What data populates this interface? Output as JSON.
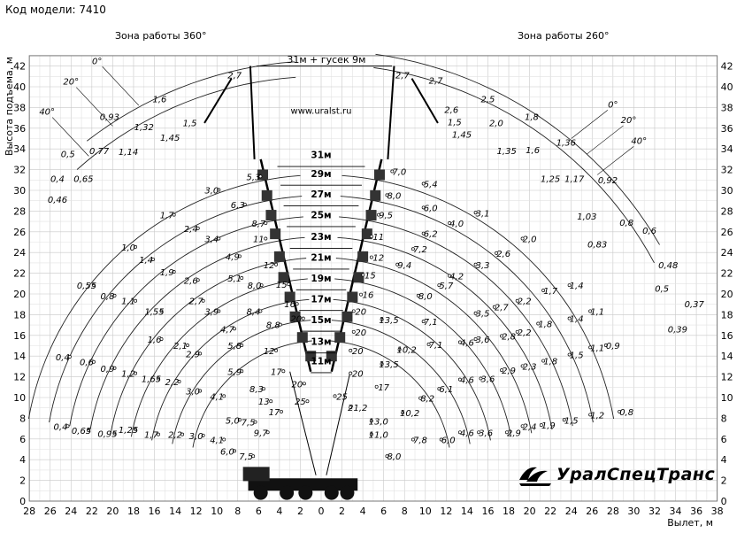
{
  "header": {
    "model_label": "Код модели: 7410"
  },
  "zones": {
    "left": "Зона работы 360°",
    "right": "Зона работы 260°"
  },
  "axes": {
    "x_label": "Вылет, м",
    "y_label": "Высота подъема, м",
    "x_ticks_left": [
      28,
      26,
      24,
      22,
      20,
      18,
      16,
      14,
      12,
      10,
      8,
      6,
      4,
      2,
      0
    ],
    "x_ticks_right": [
      2,
      4,
      6,
      8,
      10,
      12,
      14,
      16,
      18,
      20,
      22,
      24,
      26,
      28,
      30,
      32,
      34,
      36,
      38
    ],
    "y_ticks": [
      0,
      2,
      4,
      6,
      8,
      10,
      12,
      14,
      16,
      18,
      20,
      22,
      24,
      26,
      28,
      30,
      32,
      34,
      36,
      38,
      40,
      42
    ],
    "x_range": [
      -28,
      38
    ],
    "y_range": [
      0,
      43
    ]
  },
  "website": "www.uralst.ru",
  "brand": "УралСпецТранс",
  "boom_lengths": [
    "31м + гусек 9м",
    "31м",
    "29м",
    "27м",
    "25м",
    "23м",
    "21м",
    "19м",
    "17м",
    "15м",
    "13м",
    "11м"
  ],
  "jib_angles_left": [
    "0°",
    "20°",
    "40°"
  ],
  "jib_angles_right": [
    "0°",
    "20°",
    "40°"
  ],
  "chart_data": {
    "type": "load_chart",
    "title": "",
    "xlabel": "Вылет, м",
    "ylabel": "Высота подъема, м",
    "xlim": [
      -28,
      38
    ],
    "ylim": [
      0,
      43
    ],
    "grid": true,
    "left_labels": [
      {
        "t": "5,3",
        "x": -6.5,
        "y": 31
      },
      {
        "t": "3,0",
        "x": -10.5,
        "y": 29.7
      },
      {
        "t": "1,7",
        "x": -14.8,
        "y": 27.3
      },
      {
        "t": "6,3",
        "x": -8,
        "y": 28.3
      },
      {
        "t": "2,4",
        "x": -12.5,
        "y": 26
      },
      {
        "t": "1,0",
        "x": -18.5,
        "y": 24.2
      },
      {
        "t": "8,7",
        "x": -6,
        "y": 26.5
      },
      {
        "t": "3,4",
        "x": -10.5,
        "y": 25
      },
      {
        "t": "1,4",
        "x": -16.8,
        "y": 23
      },
      {
        "t": "11",
        "x": -6,
        "y": 25
      },
      {
        "t": "4,9",
        "x": -8.5,
        "y": 23.3
      },
      {
        "t": "1,9",
        "x": -14.8,
        "y": 21.8
      },
      {
        "t": "0,55",
        "x": -22.5,
        "y": 20.5
      },
      {
        "t": "12",
        "x": -5,
        "y": 22.5
      },
      {
        "t": "5,1",
        "x": -8.3,
        "y": 21.2
      },
      {
        "t": "2,6",
        "x": -12.5,
        "y": 21
      },
      {
        "t": "0,8",
        "x": -20.5,
        "y": 19.5
      },
      {
        "t": "15",
        "x": -3.8,
        "y": 20.6
      },
      {
        "t": "8,0",
        "x": -6.4,
        "y": 20.5
      },
      {
        "t": "2,7",
        "x": -12,
        "y": 19
      },
      {
        "t": "1,1",
        "x": -18.5,
        "y": 19
      },
      {
        "t": "16",
        "x": -3,
        "y": 18.7
      },
      {
        "t": "8,4",
        "x": -6.5,
        "y": 18
      },
      {
        "t": "3,9",
        "x": -10.5,
        "y": 18
      },
      {
        "t": "1,55",
        "x": -16,
        "y": 18
      },
      {
        "t": "20",
        "x": -2.4,
        "y": 17.3
      },
      {
        "t": "8,8",
        "x": -4.6,
        "y": 16.7
      },
      {
        "t": "4,7",
        "x": -9,
        "y": 16.3
      },
      {
        "t": "1,6",
        "x": -16,
        "y": 15.3
      },
      {
        "t": "5,8",
        "x": -8.3,
        "y": 14.7
      },
      {
        "t": "2,1",
        "x": -13.5,
        "y": 14.7
      },
      {
        "t": "0,4",
        "x": -24.8,
        "y": 13.6
      },
      {
        "t": "12",
        "x": -5,
        "y": 14.2
      },
      {
        "t": "2,9",
        "x": -12.3,
        "y": 13.9
      },
      {
        "t": "0,6",
        "x": -22.5,
        "y": 13.1
      },
      {
        "t": "17",
        "x": -4.3,
        "y": 12.2
      },
      {
        "t": "5,9",
        "x": -8.3,
        "y": 12.2
      },
      {
        "t": "0,9",
        "x": -20.5,
        "y": 12.5
      },
      {
        "t": "1,2",
        "x": -18.5,
        "y": 12
      },
      {
        "t": "1,65",
        "x": -16.3,
        "y": 11.5
      },
      {
        "t": "2,2",
        "x": -14.3,
        "y": 11.2
      },
      {
        "t": "20",
        "x": -2.3,
        "y": 11
      },
      {
        "t": "8,3",
        "x": -6.2,
        "y": 10.5
      },
      {
        "t": "3,0",
        "x": -12.3,
        "y": 10.3
      },
      {
        "t": "4,1",
        "x": -10,
        "y": 9.8
      },
      {
        "t": "13",
        "x": -5.5,
        "y": 9.3
      },
      {
        "t": "25",
        "x": -2,
        "y": 9.3
      },
      {
        "t": "17",
        "x": -4.5,
        "y": 8.3
      },
      {
        "t": "5,0",
        "x": -8.5,
        "y": 7.5
      },
      {
        "t": "7,5",
        "x": -7,
        "y": 7.3
      },
      {
        "t": "0,4",
        "x": -25,
        "y": 6.9
      },
      {
        "t": "0,65",
        "x": -23,
        "y": 6.5
      },
      {
        "t": "0,95",
        "x": -20.5,
        "y": 6.2
      },
      {
        "t": "1,25",
        "x": -18.5,
        "y": 6.6
      },
      {
        "t": "1,7",
        "x": -16.3,
        "y": 6.1
      },
      {
        "t": "2,2",
        "x": -14,
        "y": 6.1
      },
      {
        "t": "3,0",
        "x": -12,
        "y": 6.0
      },
      {
        "t": "9,7",
        "x": -5.8,
        "y": 6.3
      },
      {
        "t": "4,1",
        "x": -10,
        "y": 5.6
      },
      {
        "t": "6,0",
        "x": -9,
        "y": 4.5
      },
      {
        "t": "7,5",
        "x": -7.2,
        "y": 4.0
      }
    ],
    "right_labels": [
      {
        "t": "7,0",
        "x": 7.5,
        "y": 31.5
      },
      {
        "t": "5,4",
        "x": 10.5,
        "y": 30.3
      },
      {
        "t": "8,0",
        "x": 7,
        "y": 29.2
      },
      {
        "t": "6,0",
        "x": 10.5,
        "y": 28
      },
      {
        "t": "3,1",
        "x": 15.5,
        "y": 27.5
      },
      {
        "t": "9,5",
        "x": 6.2,
        "y": 27.3
      },
      {
        "t": "4,0",
        "x": 13,
        "y": 26.5
      },
      {
        "t": "2,0",
        "x": 20,
        "y": 25
      },
      {
        "t": "6,2",
        "x": 10.5,
        "y": 25.5
      },
      {
        "t": "11",
        "x": 5.5,
        "y": 25.2
      },
      {
        "t": "7,2",
        "x": 9.5,
        "y": 24
      },
      {
        "t": "2,6",
        "x": 17.5,
        "y": 23.6
      },
      {
        "t": "3,3",
        "x": 15.5,
        "y": 22.5
      },
      {
        "t": "12",
        "x": 5.5,
        "y": 23.2
      },
      {
        "t": "9,4",
        "x": 8,
        "y": 22.5
      },
      {
        "t": "4,2",
        "x": 13,
        "y": 21.4
      },
      {
        "t": "1,4",
        "x": 24.5,
        "y": 20.5
      },
      {
        "t": "5,7",
        "x": 12,
        "y": 20.5
      },
      {
        "t": "15",
        "x": 4.7,
        "y": 21.5
      },
      {
        "t": "1,7",
        "x": 22,
        "y": 20
      },
      {
        "t": "2,2",
        "x": 19.5,
        "y": 19
      },
      {
        "t": "8,0",
        "x": 10,
        "y": 19.5
      },
      {
        "t": "16",
        "x": 4.5,
        "y": 19.6
      },
      {
        "t": "2,7",
        "x": 17.3,
        "y": 18.4
      },
      {
        "t": "3,5",
        "x": 15.5,
        "y": 17.8
      },
      {
        "t": "1,1",
        "x": 26.5,
        "y": 18
      },
      {
        "t": "1,4",
        "x": 24.5,
        "y": 17.3
      },
      {
        "t": "1,8",
        "x": 21.5,
        "y": 16.8
      },
      {
        "t": "20",
        "x": 3.8,
        "y": 18
      },
      {
        "t": "13,5",
        "x": 6.5,
        "y": 17.2
      },
      {
        "t": "7,1",
        "x": 10.5,
        "y": 17
      },
      {
        "t": "2,2",
        "x": 19.5,
        "y": 16
      },
      {
        "t": "2,8",
        "x": 18,
        "y": 15.6
      },
      {
        "t": "20",
        "x": 3.8,
        "y": 16
      },
      {
        "t": "3,6",
        "x": 15.5,
        "y": 15.3
      },
      {
        "t": "4,6",
        "x": 14,
        "y": 15
      },
      {
        "t": "0,9",
        "x": 28,
        "y": 14.7
      },
      {
        "t": "7,1",
        "x": 11,
        "y": 14.8
      },
      {
        "t": "10,2",
        "x": 8.2,
        "y": 14.3
      },
      {
        "t": "1,1",
        "x": 26.5,
        "y": 14.5
      },
      {
        "t": "1,5",
        "x": 24.5,
        "y": 13.8
      },
      {
        "t": "1,8",
        "x": 22,
        "y": 13.2
      },
      {
        "t": "20",
        "x": 3.5,
        "y": 14.2
      },
      {
        "t": "13,5",
        "x": 6.5,
        "y": 12.9
      },
      {
        "t": "2,3",
        "x": 20,
        "y": 12.7
      },
      {
        "t": "2,9",
        "x": 18,
        "y": 12.3
      },
      {
        "t": "3,6",
        "x": 16,
        "y": 11.5
      },
      {
        "t": "4,6",
        "x": 14,
        "y": 11.4
      },
      {
        "t": "20",
        "x": 3.5,
        "y": 12
      },
      {
        "t": "6,1",
        "x": 12,
        "y": 10.5
      },
      {
        "t": "17",
        "x": 6,
        "y": 10.7
      },
      {
        "t": "8,2",
        "x": 10.2,
        "y": 9.6
      },
      {
        "t": "25",
        "x": 2,
        "y": 9.8
      },
      {
        "t": "21,2",
        "x": 3.5,
        "y": 8.7
      },
      {
        "t": "10,2",
        "x": 8.5,
        "y": 8.2
      },
      {
        "t": "0,8",
        "x": 29.3,
        "y": 8.3
      },
      {
        "t": "1,2",
        "x": 26.5,
        "y": 8
      },
      {
        "t": "1,5",
        "x": 24,
        "y": 7.5
      },
      {
        "t": "1,9",
        "x": 21.8,
        "y": 7.0
      },
      {
        "t": "2,4",
        "x": 20,
        "y": 6.9
      },
      {
        "t": "13,0",
        "x": 5.5,
        "y": 7.4
      },
      {
        "t": "2,9",
        "x": 18.5,
        "y": 6.3
      },
      {
        "t": "3,6",
        "x": 15.8,
        "y": 6.3
      },
      {
        "t": "4,6",
        "x": 14,
        "y": 6.3
      },
      {
        "t": "11,0",
        "x": 5.5,
        "y": 6.1
      },
      {
        "t": "6,0",
        "x": 12.2,
        "y": 5.6
      },
      {
        "t": "7,8",
        "x": 9.5,
        "y": 5.6
      },
      {
        "t": "8,0",
        "x": 7,
        "y": 4.0
      }
    ],
    "jib_labels_left": [
      {
        "t": "2,7",
        "x": -8.3,
        "y": 40.8
      },
      {
        "t": "1,6",
        "x": -15.5,
        "y": 38.5
      },
      {
        "t": "0,93",
        "x": -20.3,
        "y": 36.8
      },
      {
        "t": "1,32",
        "x": -17,
        "y": 35.8
      },
      {
        "t": "1,45",
        "x": -14.5,
        "y": 34.8
      },
      {
        "t": "1,5",
        "x": -12.6,
        "y": 36.2
      },
      {
        "t": "0,5",
        "x": -24.3,
        "y": 33.2
      },
      {
        "t": "0,77",
        "x": -21.3,
        "y": 33.5
      },
      {
        "t": "1,14",
        "x": -18.5,
        "y": 33.4
      },
      {
        "t": "0,4",
        "x": -25.3,
        "y": 30.8
      },
      {
        "t": "0,65",
        "x": -22.8,
        "y": 30.8
      },
      {
        "t": "0,46",
        "x": -25.3,
        "y": 28.8
      }
    ],
    "jib_labels_right": [
      {
        "t": "2,7",
        "x": 7.8,
        "y": 40.8
      },
      {
        "t": "2,7",
        "x": 11,
        "y": 40.3
      },
      {
        "t": "2,5",
        "x": 16,
        "y": 38.5
      },
      {
        "t": "2,6",
        "x": 12.5,
        "y": 37.5
      },
      {
        "t": "2,0",
        "x": 16.8,
        "y": 36.2
      },
      {
        "t": "1,8",
        "x": 20.2,
        "y": 36.8
      },
      {
        "t": "1,5",
        "x": 12.8,
        "y": 36.3
      },
      {
        "t": "1,45",
        "x": 13.5,
        "y": 35.1
      },
      {
        "t": "1,35",
        "x": 17.8,
        "y": 33.5
      },
      {
        "t": "1,6",
        "x": 20.3,
        "y": 33.6
      },
      {
        "t": "1,36",
        "x": 23.5,
        "y": 34.3
      },
      {
        "t": "1,25",
        "x": 22,
        "y": 30.8
      },
      {
        "t": "1,17",
        "x": 24.3,
        "y": 30.8
      },
      {
        "t": "0,92",
        "x": 27.5,
        "y": 30.7
      },
      {
        "t": "1,03",
        "x": 25.5,
        "y": 27.2
      },
      {
        "t": "0,8",
        "x": 29.3,
        "y": 26.6
      },
      {
        "t": "0,83",
        "x": 26.5,
        "y": 24.5
      },
      {
        "t": "0,6",
        "x": 31.5,
        "y": 25.8
      },
      {
        "t": "0,48",
        "x": 33.3,
        "y": 22.5
      },
      {
        "t": "0,5",
        "x": 32.7,
        "y": 20.2
      },
      {
        "t": "0,37",
        "x": 35.8,
        "y": 18.7
      },
      {
        "t": "0,39",
        "x": 34.2,
        "y": 16.3
      }
    ]
  }
}
